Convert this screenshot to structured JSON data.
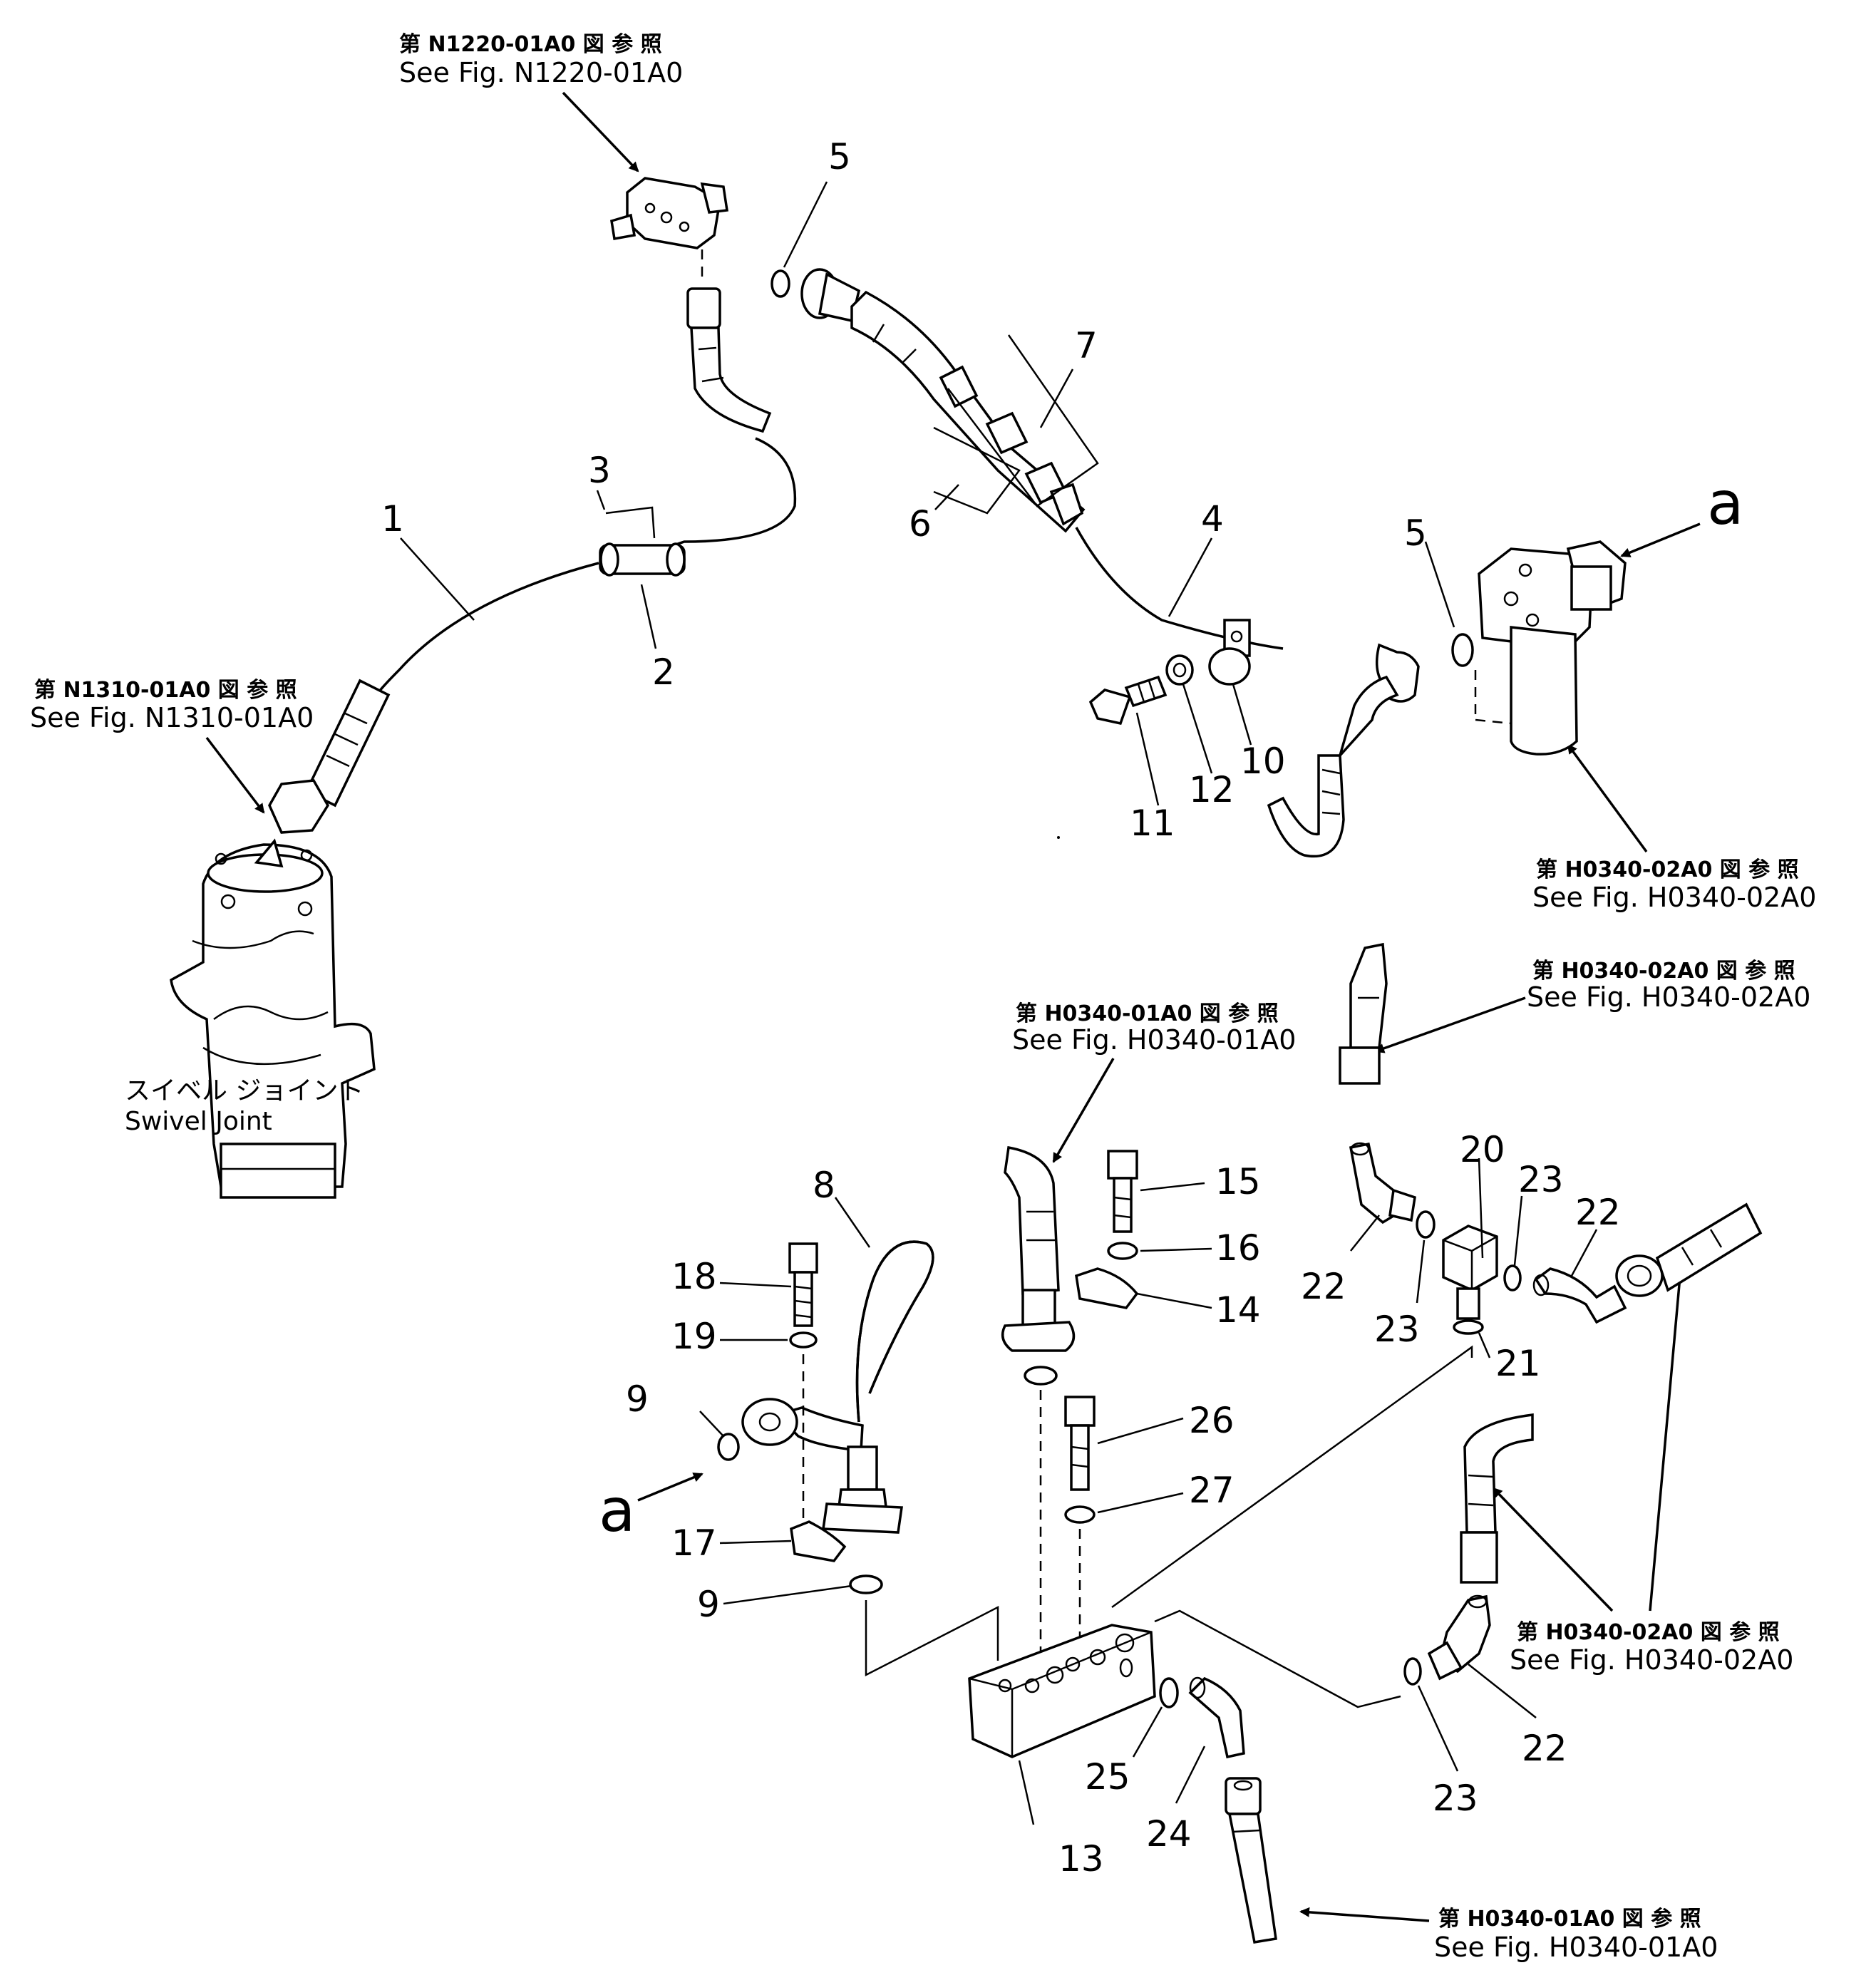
{
  "references": {
    "n1220": {
      "jp": "第 N1220-01A0 図 参 照",
      "en": "See Fig. N1220-01A0"
    },
    "n1310": {
      "jp": "第 N1310-01A0 図 参 照",
      "en": "See Fig. N1310-01A0"
    },
    "h0340_02_filter": {
      "jp": "第 H0340-02A0 図 参 照",
      "en": "See Fig. H0340-02A0"
    },
    "h0340_02_top": {
      "jp": "第 H0340-02A0 図 参 照",
      "en": "See Fig. H0340-02A0"
    },
    "h0340_01_top": {
      "jp": "第 H0340-01A0 図 参 照",
      "en": "See Fig. H0340-01A0"
    },
    "h0340_02_mid": {
      "jp": "第 H0340-02A0 図 参 照",
      "en": "See Fig. H0340-02A0"
    },
    "h0340_01_bottom": {
      "jp": "第 H0340-01A0 図 参 照",
      "en": "See Fig. H0340-01A0"
    }
  },
  "swivel_joint": {
    "jp": "スイベル ジョイント",
    "en": "Swivel Joint"
  },
  "marker_a": "a",
  "parts": {
    "p1": "1",
    "p2": "2",
    "p3": "3",
    "p4": "4",
    "p5a": "5",
    "p5b": "5",
    "p6": "6",
    "p7": "7",
    "p8": "8",
    "p9a": "9",
    "p9b": "9",
    "p10": "10",
    "p11": "11",
    "p12": "12",
    "p13": "13",
    "p14": "14",
    "p15": "15",
    "p16": "16",
    "p17": "17",
    "p18": "18",
    "p19": "19",
    "p20": "20",
    "p21": "21",
    "p22a": "22",
    "p22b": "22",
    "p22c": "22",
    "p23a": "23",
    "p23b": "23",
    "p23c": "23",
    "p24": "24",
    "p25": "25",
    "p26": "26",
    "p27": "27"
  }
}
